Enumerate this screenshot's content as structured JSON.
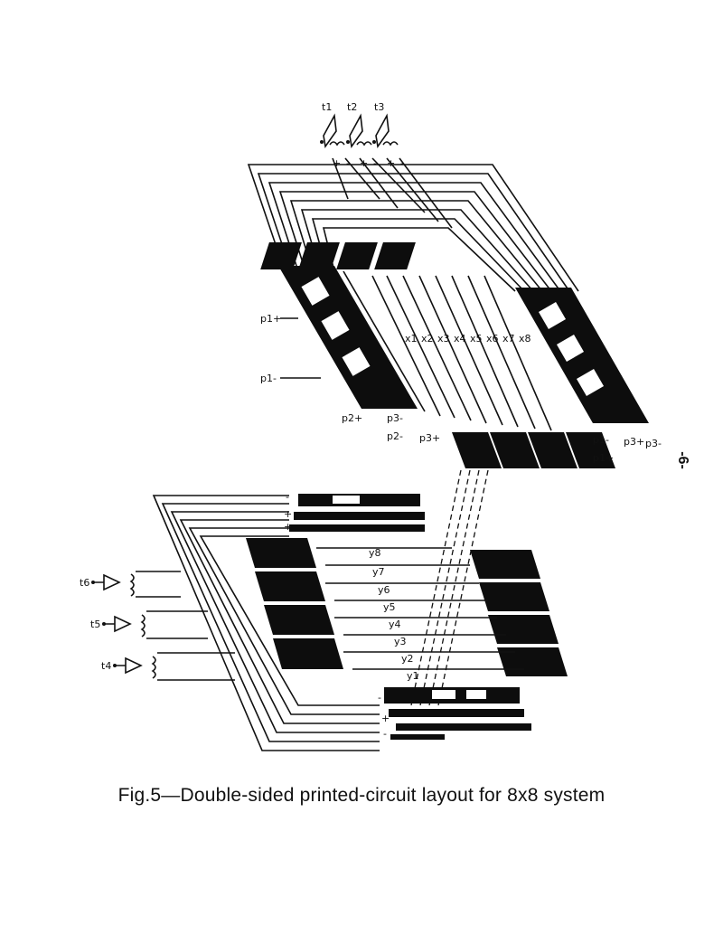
{
  "figure": {
    "caption": "Fig.5—Double-sided printed-circuit layout for 8x8 system",
    "page_number": "-6-"
  },
  "top_board": {
    "transformers": [
      "t1",
      "t2",
      "t3"
    ],
    "left_labels": [
      "p1+",
      "p1-"
    ],
    "bottom_labels": [
      "p2+",
      "p3-",
      "p2-",
      "p3+"
    ],
    "right_labels": [
      "p1-",
      "p1+",
      "p3+",
      "p3-"
    ],
    "lines": [
      "x1",
      "x2",
      "x3",
      "x4",
      "x5",
      "x6",
      "x7",
      "x8"
    ],
    "polarity_marks": [
      "+",
      "-",
      "+",
      "-",
      "+",
      "-"
    ]
  },
  "bottom_board": {
    "transformers": [
      "t6",
      "t5",
      "t4"
    ],
    "lines": [
      "y8",
      "y7",
      "y6",
      "y5",
      "y4",
      "y3",
      "y2",
      "y1"
    ],
    "polarity_marks": [
      "-",
      "+",
      "+",
      "-",
      "+",
      "-"
    ]
  }
}
